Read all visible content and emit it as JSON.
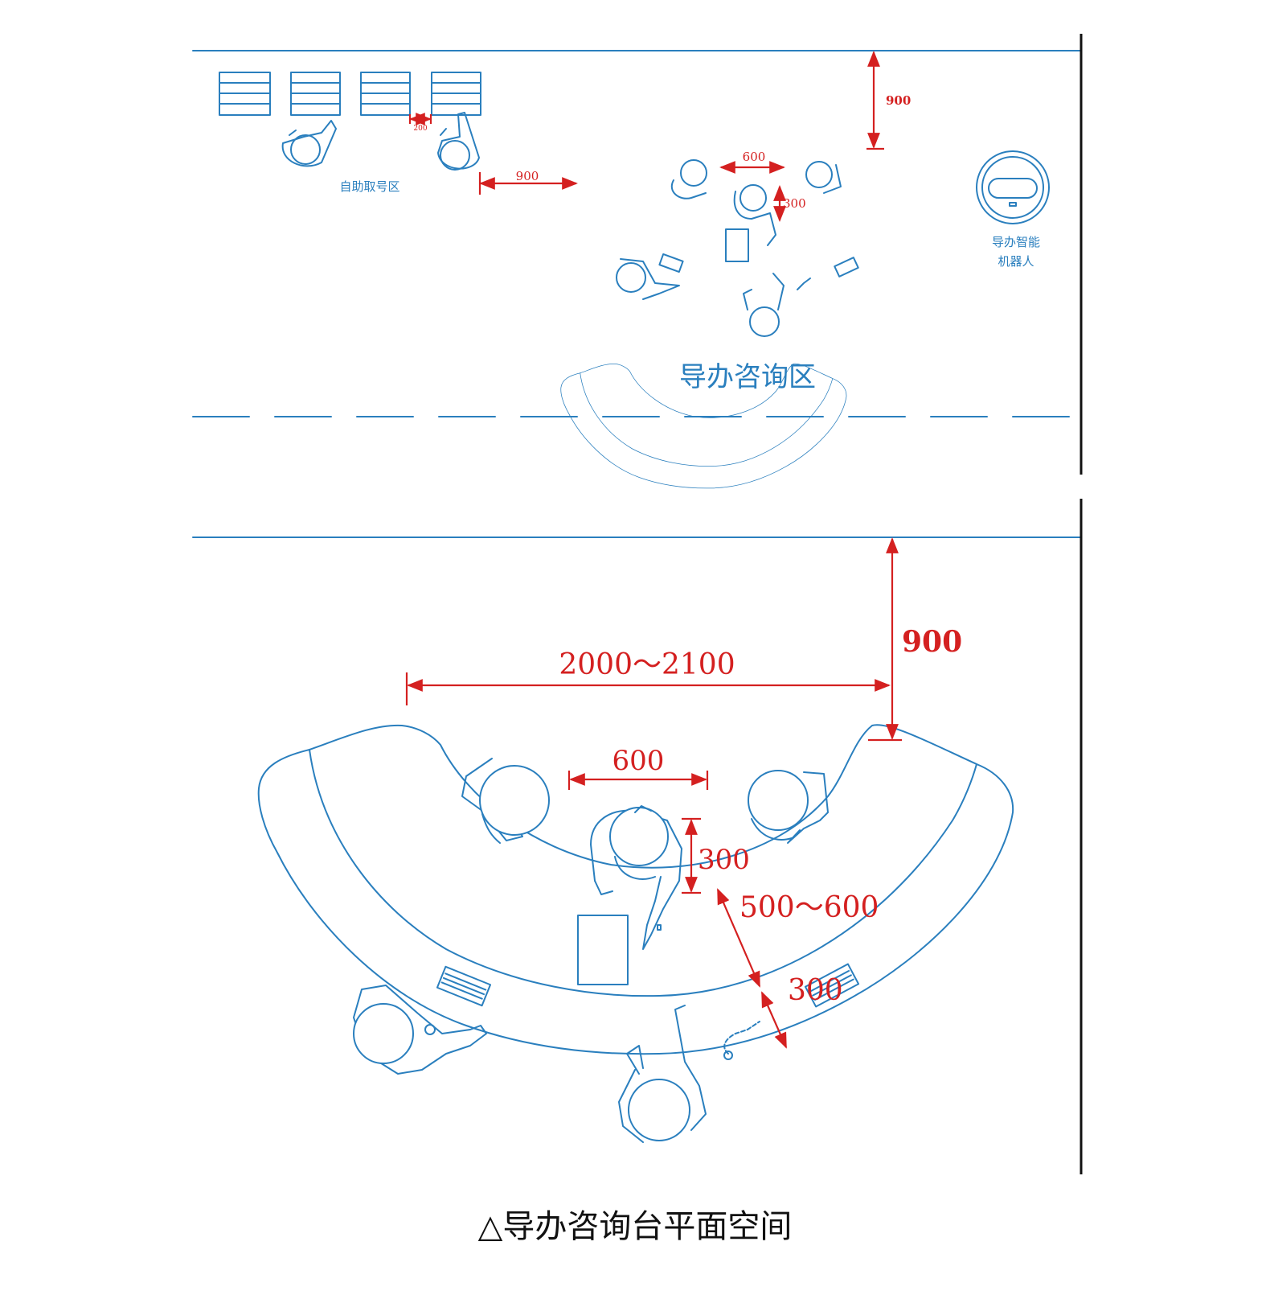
{
  "top_plan": {
    "self_service_label": "自助取号区",
    "robot_label_line1": "导办智能",
    "robot_label_line2": "机器人",
    "zone_label": "导办咨询区",
    "dimensions": {
      "kiosk_gap": "200",
      "side_clearance": "900",
      "wall_clearance": "900",
      "staff_spacing": "600",
      "chair_depth": "300"
    }
  },
  "bottom_plan": {
    "dimensions": {
      "wall_clearance": "900",
      "desk_span": "2000～2100",
      "staff_spacing": "600",
      "chair_depth": "300",
      "desk_depth": "500～600",
      "front_depth": "300"
    }
  },
  "caption": "△导办咨询台平面空间",
  "colors": {
    "line": "#2a7fbe",
    "dimension": "#d42020",
    "wall": "#111111"
  }
}
